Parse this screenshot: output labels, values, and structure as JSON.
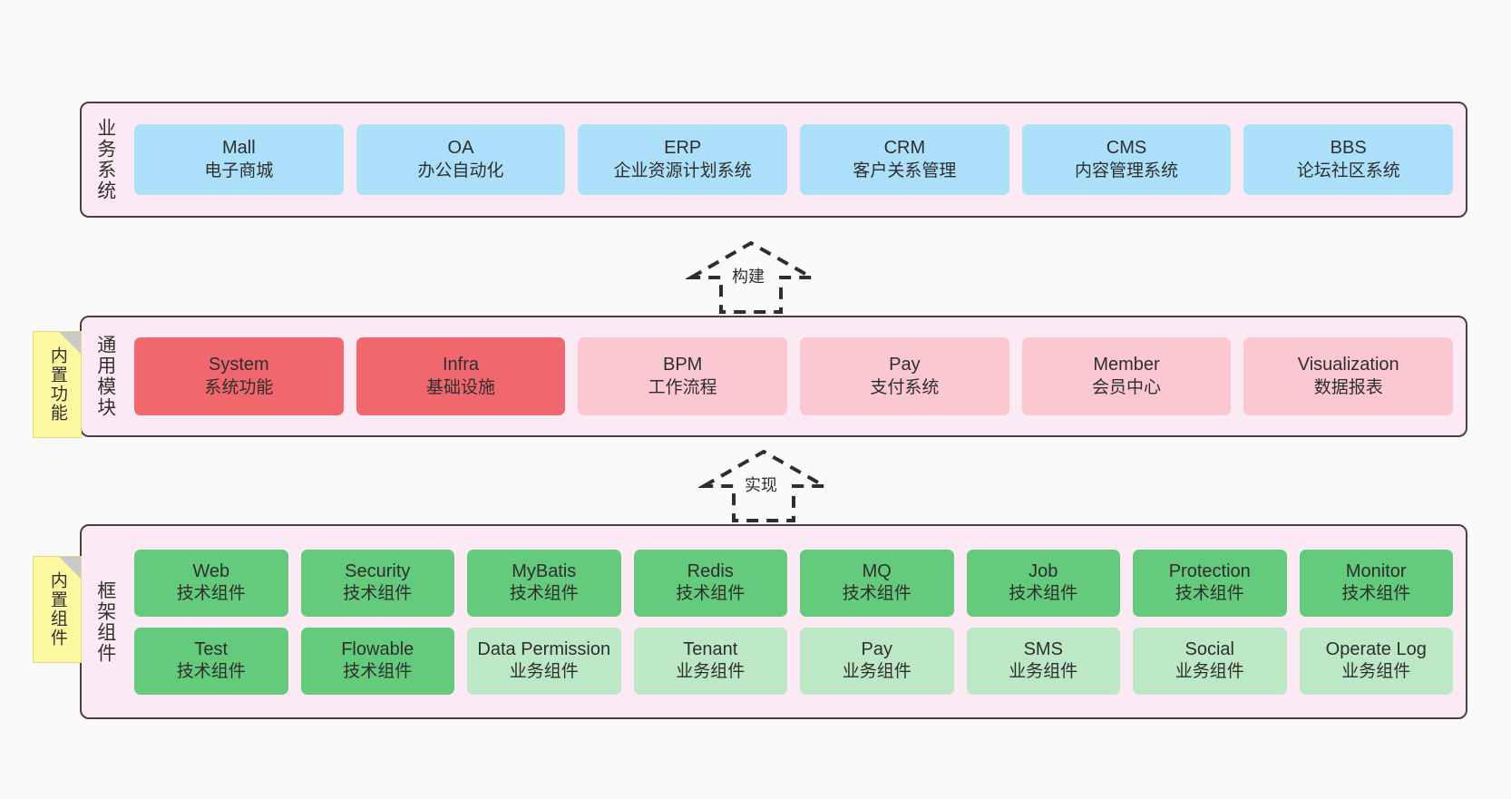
{
  "diagram": {
    "background_color": "#fafafa",
    "band_fill": "#fbeaf4",
    "band_border": "#4a3f47",
    "note_color": "#fbf8a0",
    "colors": {
      "blue": "#ace0fa",
      "red": "#f0686e",
      "pink": "#fbc8d1",
      "green": "#64ca7c",
      "light_green": "#bde8c6"
    }
  },
  "layers": {
    "business": {
      "label": "业务系统",
      "cards": [
        {
          "title": "Mall",
          "subtitle": "电子商城",
          "color": "blue"
        },
        {
          "title": "OA",
          "subtitle": "办公自动化",
          "color": "blue"
        },
        {
          "title": "ERP",
          "subtitle": "企业资源计划系统",
          "color": "blue"
        },
        {
          "title": "CRM",
          "subtitle": "客户关系管理",
          "color": "blue"
        },
        {
          "title": "CMS",
          "subtitle": "内容管理系统",
          "color": "blue"
        },
        {
          "title": "BBS",
          "subtitle": "论坛社区系统",
          "color": "blue"
        }
      ]
    },
    "modules": {
      "label": "通用模块",
      "note": "内置功能",
      "cards": [
        {
          "title": "System",
          "subtitle": "系统功能",
          "color": "red"
        },
        {
          "title": "Infra",
          "subtitle": "基础设施",
          "color": "red"
        },
        {
          "title": "BPM",
          "subtitle": "工作流程",
          "color": "pink"
        },
        {
          "title": "Pay",
          "subtitle": "支付系统",
          "color": "pink"
        },
        {
          "title": "Member",
          "subtitle": "会员中心",
          "color": "pink"
        },
        {
          "title": "Visualization",
          "subtitle": "数据报表",
          "color": "pink"
        }
      ]
    },
    "framework": {
      "label": "框架组件",
      "note": "内置组件",
      "row1": [
        {
          "title": "Web",
          "subtitle": "技术组件",
          "color": "green"
        },
        {
          "title": "Security",
          "subtitle": "技术组件",
          "color": "green"
        },
        {
          "title": "MyBatis",
          "subtitle": "技术组件",
          "color": "green"
        },
        {
          "title": "Redis",
          "subtitle": "技术组件",
          "color": "green"
        },
        {
          "title": "MQ",
          "subtitle": "技术组件",
          "color": "green"
        },
        {
          "title": "Job",
          "subtitle": "技术组件",
          "color": "green"
        },
        {
          "title": "Protection",
          "subtitle": "技术组件",
          "color": "green"
        },
        {
          "title": "Monitor",
          "subtitle": "技术组件",
          "color": "green"
        }
      ],
      "row2": [
        {
          "title": "Test",
          "subtitle": "技术组件",
          "color": "green"
        },
        {
          "title": "Flowable",
          "subtitle": "技术组件",
          "color": "green"
        },
        {
          "title": "Data Permission",
          "subtitle": "业务组件",
          "color": "light_green"
        },
        {
          "title": "Tenant",
          "subtitle": "业务组件",
          "color": "light_green"
        },
        {
          "title": "Pay",
          "subtitle": "业务组件",
          "color": "light_green"
        },
        {
          "title": "SMS",
          "subtitle": "业务组件",
          "color": "light_green"
        },
        {
          "title": "Social",
          "subtitle": "业务组件",
          "color": "light_green"
        },
        {
          "title": "Operate Log",
          "subtitle": "业务组件",
          "color": "light_green"
        }
      ]
    }
  },
  "connectors": [
    {
      "label": "构建",
      "from": "modules",
      "to": "business"
    },
    {
      "label": "实现",
      "from": "framework",
      "to": "modules"
    }
  ]
}
